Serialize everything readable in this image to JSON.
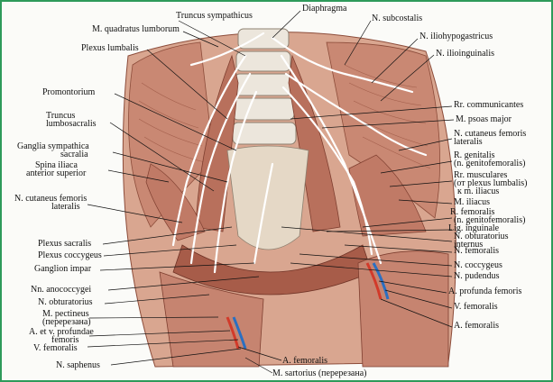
{
  "labels": {
    "diaphragma": "Diaphragma",
    "truncus_sympathicus": "Truncus sympathicus",
    "n_subcostalis": "N. subcostalis",
    "m_quadratus_lumborum": "M. quadratus lumborum",
    "n_iliohypogastricus": "N. iliohypogastricus",
    "plexus_lumbalis": "Plexus lumbalis",
    "n_ilioinguinalis": "N. ilioinguinalis",
    "promontorium": "Promontorium",
    "rr_communicantes": "Rr. communicantes",
    "truncus_lumbosacralis_1": "Truncus",
    "truncus_lumbosacralis_2": "lumbosacralis",
    "m_psoas_major": "M. psoas major",
    "n_cutaneus_femoris_lateralis_r_1": "N. cutaneus femoris",
    "n_cutaneus_femoris_lateralis_r_2": "lateralis",
    "ganglia_sympathica_1": "Ganglia sympathica",
    "ganglia_sympathica_2": "sacralia",
    "spina_iliaca_1": "Spina iliaca",
    "spina_iliaca_2": "anterior superior",
    "r_genitalis_1": "R. genitalis",
    "r_genitalis_2": "(n. genitofemoralis)",
    "rr_musculares_1": "Rr. musculares",
    "rr_musculares_2": "(от plexus lumbalis)",
    "rr_musculares_3": "к m. iliacus",
    "n_cutaneus_femoris_lateralis_l_1": "N. cutaneus femoris",
    "n_cutaneus_femoris_lateralis_l_2": "lateralis",
    "m_iliacus": "M. iliacus",
    "r_femoralis_1": "R. femoralis",
    "r_femoralis_2": "(n. genitofemoralis)",
    "lig_inguinale": "Lig. inguinale",
    "n_obturatorius_internus_1": "N. obturatorius",
    "n_obturatorius_internus_2": "internus",
    "plexus_sacralis": "Plexus sacralis",
    "n_femoralis": "N. femoralis",
    "plexus_coccygeus": "Plexus coccygeus",
    "ganglion_impar": "Ganglion impar",
    "n_coccygeus": "N. coccygeus",
    "n_pudendus": "N. pudendus",
    "nn_anococcygei": "Nn. anococcygei",
    "a_profunda_femoris": "A. profunda femoris",
    "n_obturatorius": "N. obturatorius",
    "v_femoralis_r": "V. femoralis",
    "m_pectineus_1": "M. pectineus",
    "m_pectineus_2": "(перерезана)",
    "a_v_profundae_1": "A. et v. profundae",
    "a_v_profundae_2": "femoris",
    "a_femoralis_r": "A. femoralis",
    "v_femoralis_l": "V. femoralis",
    "n_saphenus": "N. saphenus",
    "a_femoralis_l": "A. femoralis",
    "m_sartorius": "M. sartorius (перерезана)"
  },
  "colors": {
    "frame_border": "#2e9a5a",
    "muscle": "#c98873",
    "muscle_dark": "#9c5443",
    "muscle_light": "#e2b7a4",
    "bone": "#ece6dc",
    "nerve": "#ffffff",
    "artery": "#d23a2a",
    "vein": "#2a6fc2"
  }
}
